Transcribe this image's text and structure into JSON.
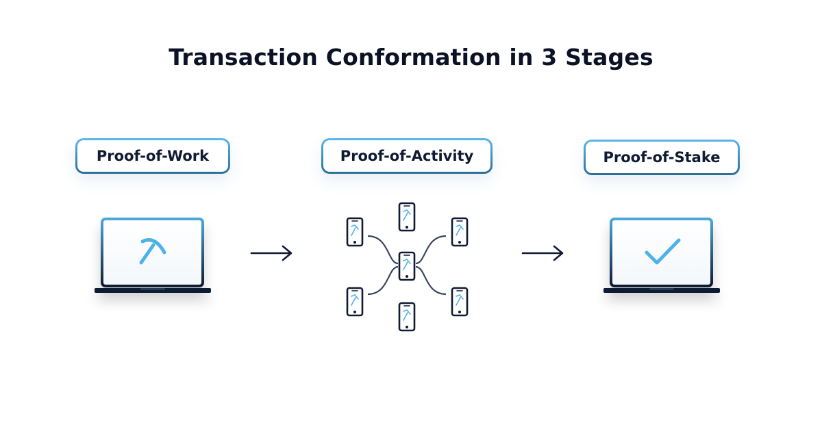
{
  "title": "Transaction Conformation in 3 Stages",
  "stages": [
    {
      "label": "Proof-of-Work",
      "icon": "pickaxe-icon"
    },
    {
      "label": "Proof-of-Activity",
      "icon": "mobile-network-icon"
    },
    {
      "label": "Proof-of-Stake",
      "icon": "checkmark-icon"
    }
  ],
  "colors": {
    "accent": "#4db3e6",
    "dark": "#111a33",
    "border_top": "#5bb6e8",
    "border_bottom": "#2a6f96"
  }
}
